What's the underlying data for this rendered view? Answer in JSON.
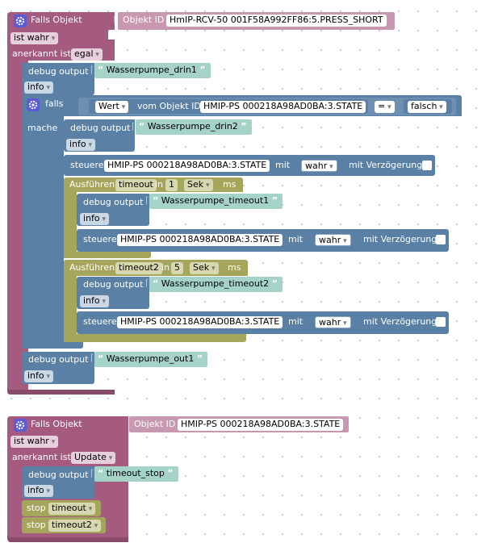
{
  "block1": {
    "header": "Falls Objekt",
    "objekt_label": "Objekt ID",
    "objekt_value": "HmIP-RCV-50 001F58A992FF86:5.PRESS_SHORT",
    "ist_value": "ist wahr",
    "anerkannt_label": "anerkannt ist",
    "anerkannt_value": "egal",
    "debug1": {
      "label": "debug output",
      "text": "Wasserpumpe_drin1",
      "level": "info"
    },
    "if": {
      "label": "falls",
      "mache": "mache",
      "wert": "Wert",
      "vom_objekt": "vom Objekt ID",
      "objekt_value": "HMIP-PS 000218A98AD0BA:3.STATE",
      "op": "=",
      "compare": "falsch"
    },
    "debug2": {
      "label": "debug output",
      "text": "Wasserpumpe_drin2",
      "level": "info"
    },
    "control1": {
      "label": "steuere",
      "objekt": "HMIP-PS 000218A98AD0BA:3.STATE",
      "mit": "mit",
      "value": "wahr",
      "delay": "mit Verzögerung"
    },
    "timeout1": {
      "label": "Ausführen",
      "name": "timeout",
      "in": "in",
      "num": "1",
      "unit": "Sek",
      "ms": "ms",
      "debug": {
        "label": "debug output",
        "text": "Wasserpumpe_timeout1",
        "level": "info"
      },
      "control": {
        "label": "steuere",
        "objekt": "HMIP-PS 000218A98AD0BA:3.STATE",
        "mit": "mit",
        "value": "wahr",
        "delay": "mit Verzögerung"
      }
    },
    "timeout2": {
      "label": "Ausführen",
      "name": "timeout2",
      "in": "in",
      "num": "5",
      "unit": "Sek",
      "ms": "ms",
      "debug": {
        "label": "debug output",
        "text": "Wasserpumpe_timeout2",
        "level": "info"
      },
      "control": {
        "label": "steuere",
        "objekt": "HMIP-PS 000218A98AD0BA:3.STATE",
        "mit": "mit",
        "value": "wahr",
        "delay": "mit Verzögerung"
      }
    },
    "debug3": {
      "label": "debug output",
      "text": "Wasserpumpe_out1",
      "level": "info"
    }
  },
  "block2": {
    "header": "Falls Objekt",
    "objekt_label": "Objekt ID",
    "objekt_value": "HMIP-PS 000218A98AD0BA:3.STATE",
    "ist_value": "ist wahr",
    "anerkannt_label": "anerkannt ist",
    "anerkannt_value": "Update",
    "debug": {
      "label": "debug output",
      "text": "timeout_stop",
      "level": "info"
    },
    "stop1": {
      "label": "stop",
      "value": "timeout"
    },
    "stop2": {
      "label": "stop",
      "value": "timeout2"
    }
  },
  "colors": {
    "event": "#a55b80",
    "event_light": "#c898b1",
    "blue": "#5b80a5",
    "blue_light": "#a9bfd6",
    "olive": "#a5a55b",
    "string": "#a5d3c8",
    "gear": "#5b5bd6"
  }
}
